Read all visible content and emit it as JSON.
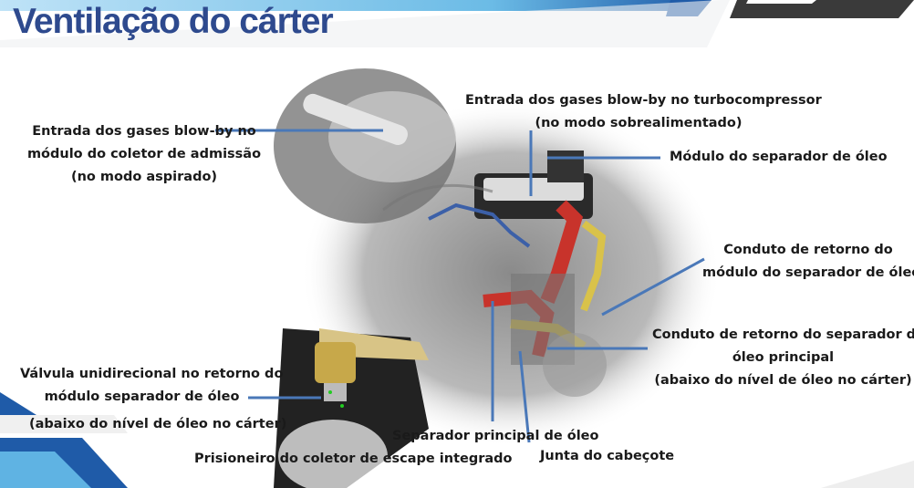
{
  "slide": {
    "title": "Ventilação do cárter"
  },
  "labels": {
    "intake_entry": [
      "Entrada dos gases blow-by no",
      "módulo do coletor de admissão",
      "(no modo aspirado)"
    ],
    "turbo_entry": [
      "Entrada dos gases blow-by no turbocompressor",
      "(no modo sobrealimentado)"
    ],
    "separator_module": "Módulo do separador de óleo",
    "module_return": [
      "Conduto de retorno do",
      "módulo do separador de óleo"
    ],
    "main_return": [
      "Conduto de retorno do separador de",
      "óleo principal",
      "(abaixo do nível de óleo no cárter)"
    ],
    "check_valve": [
      "Válvula unidirecional no retorno do",
      "módulo separador de óleo"
    ],
    "check_valve_note": "(abaixo do nível de óleo no cárter)",
    "main_separator": "Separador principal de óleo",
    "exhaust_stud": "Prisioneiro do coletor de escape integrado",
    "head_gasket": "Junta do cabeçote"
  },
  "colors": {
    "title": "#2e4a8e",
    "leader_line": "#4a78b8",
    "duct_red": "#c8332b",
    "duct_yellow": "#d9c24a"
  }
}
